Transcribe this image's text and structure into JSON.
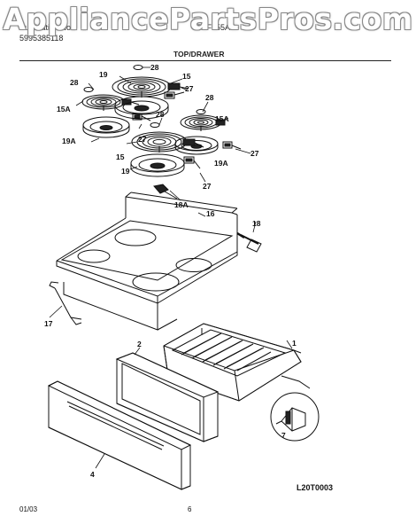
{
  "watermark": "AppliancePartsPros.com",
  "header": {
    "line1": "Publication No.",
    "line2": "5995385118",
    "model": "TEF355A",
    "section_title": "TOP/DRAWER"
  },
  "diagram": {
    "drawing_code": "L20T0003",
    "callouts": {
      "c28a": "28",
      "c15a": "15",
      "c19a": "19",
      "c28b": "28",
      "c27a": "27",
      "c15Aa": "15A",
      "c28c": "28",
      "c28d": "28",
      "c15Ab": "15A",
      "c19Aa": "19A",
      "c27b": "27",
      "c27c": "27",
      "c15b": "15",
      "c19Ab": "19A",
      "c19b": "19",
      "c27d": "27",
      "c18A": "18A",
      "c16": "16",
      "c18": "18",
      "c17": "17",
      "c1": "1",
      "c2": "2",
      "c7": "7",
      "c4": "4"
    }
  },
  "footer": {
    "date": "01/03",
    "page": "6"
  }
}
